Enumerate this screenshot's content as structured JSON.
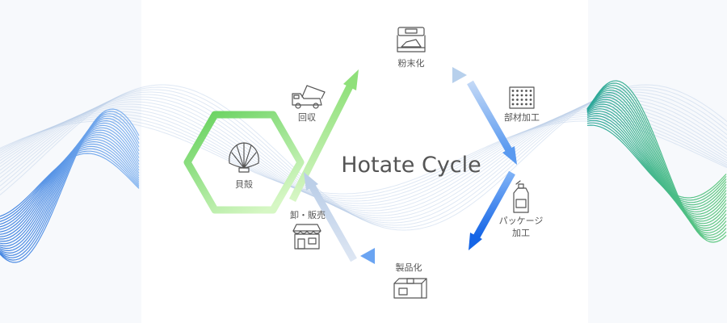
{
  "diagram": {
    "title": "Hotate Cycle",
    "center_label": "貝殻",
    "steps": {
      "collect": "回収",
      "powder": "粉末化",
      "parts": "部材加工",
      "package_1": "パッケージ",
      "package_2": "加工",
      "product": "製品化",
      "sale": "卸・販売"
    },
    "icons": {
      "center": "shell-icon",
      "collect": "dump-truck-icon",
      "powder": "grinder-icon",
      "parts": "panel-icon",
      "package": "bottle-icon",
      "product": "box-icon",
      "sale": "shop-icon"
    }
  }
}
